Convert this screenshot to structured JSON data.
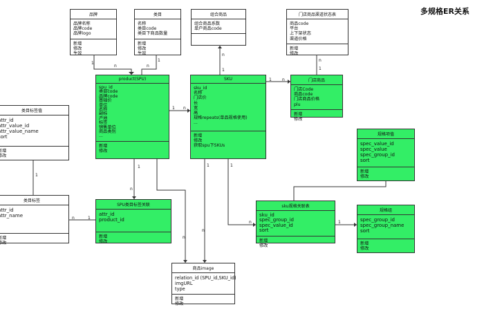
{
  "diagram_title": "多规格ER关系",
  "entities": {
    "brand": {
      "title": "品牌",
      "fields": [
        "品牌名称",
        "品牌code",
        "品牌logo"
      ],
      "ops": [
        "新增",
        "修改",
        "生效"
      ]
    },
    "category": {
      "title": "类目",
      "fields": [
        "名称",
        "类目code",
        "类目下商品数量"
      ],
      "ops": [
        "新增",
        "修改",
        "生效"
      ]
    },
    "combo": {
      "title": "组合商品",
      "fields": [
        "组合商品系数",
        "单户商品code"
      ],
      "ops": []
    },
    "store_channel": {
      "title": "门店商品渠道状态表",
      "fields": [
        "商品code",
        "平台",
        "上下架状态",
        "渠道价格"
      ],
      "ops": [
        "新增",
        "修改"
      ]
    },
    "product": {
      "title": "product(SPU)",
      "fields": [
        "spu_id",
        "类目code",
        "品牌code",
        "基础价",
        "单位",
        "名称",
        "副标",
        "产地",
        "标签",
        "销售单位",
        "商品类别",
        "..."
      ],
      "ops": [
        "新增",
        "修改"
      ]
    },
    "sku": {
      "title": "SKU",
      "fields": [
        "sku_id",
        "名称",
        "门店价",
        "长",
        "宽",
        "高",
        "规格repeats(单品规格使用)",
        "..."
      ],
      "ops": [
        "新增",
        "修改",
        "获取spu下SKUs"
      ]
    },
    "store_product": {
      "title": "门店商品",
      "fields": [
        "门店Code",
        "商品code",
        "门店商品价格",
        "plu"
      ],
      "ops": [
        "新增",
        "修改"
      ]
    },
    "cat_attr_value": {
      "title": "类目标签值",
      "fields": [
        "attr_id",
        "attr_value_id",
        "attr_value_name",
        "sort"
      ],
      "ops": [
        "新增",
        "修改"
      ]
    },
    "spec_value": {
      "title": "规格项值",
      "fields": [
        "spec_value_id",
        "spec_value",
        "spec_group_id",
        "sort"
      ],
      "ops": [
        "新增",
        "修改"
      ]
    },
    "cat_attr": {
      "title": "类目标签",
      "fields": [
        "attr_id",
        "attr_name"
      ],
      "ops": [
        "新增",
        "修改"
      ]
    },
    "spu_attr_rel": {
      "title": "SPU类目标签关联",
      "fields": [
        "attr_id",
        "product_id"
      ],
      "ops": [
        "新增",
        "修改"
      ]
    },
    "sku_spec_rel": {
      "title": "sku规格关联表",
      "fields": [
        "sku_id",
        "spec_group_id",
        "spec_value_id",
        "sort"
      ],
      "ops": [
        "新增",
        "修改"
      ]
    },
    "spec_group": {
      "title": "规格组",
      "fields": [
        "spec_group_id",
        "spec_group_name",
        "sort"
      ],
      "ops": [
        "新增",
        "修改"
      ]
    },
    "image": {
      "title": "商品image",
      "fields": [
        "relation_id (SPU_id,SKU_id)",
        "imgURL",
        "type"
      ],
      "ops": [
        "新增",
        "修改"
      ]
    }
  },
  "cardinality_labels": [
    "1",
    "n",
    "n",
    "1",
    "1",
    "n",
    "n",
    "1",
    "1",
    "n",
    "1",
    "n",
    "n",
    "1",
    "1",
    "n",
    "1",
    "n",
    "1",
    "n",
    "1",
    "n",
    "1"
  ]
}
